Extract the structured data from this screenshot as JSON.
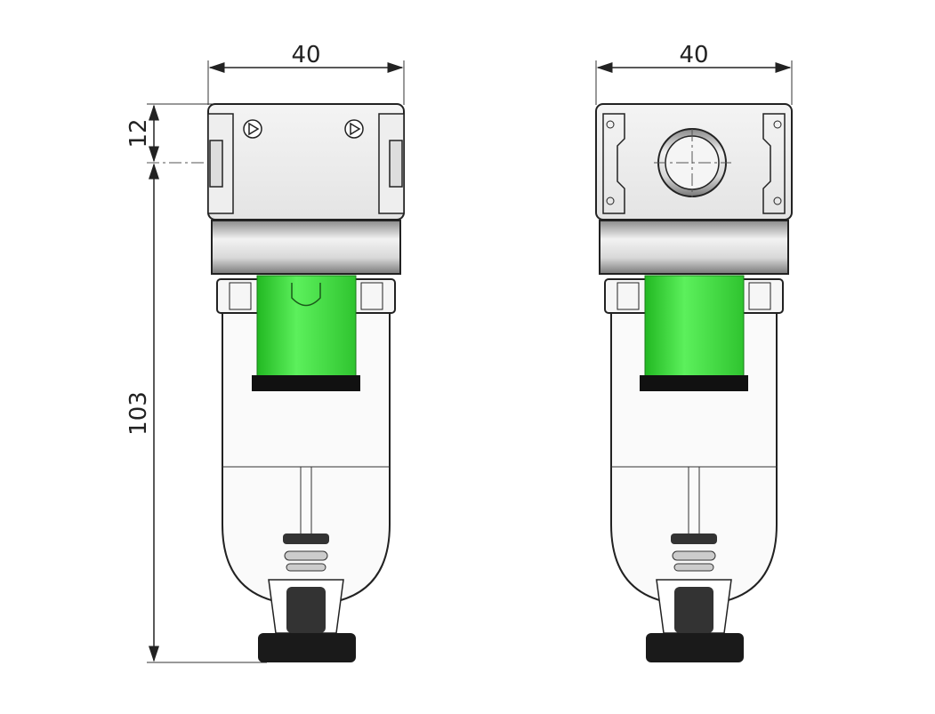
{
  "dimensions": {
    "left_width": "40",
    "right_width": "40",
    "top_height": "12",
    "body_height": "103"
  },
  "colors": {
    "filter_element": "#3ddc3d",
    "seal_band": "#111111",
    "metal": "#c9c9c9",
    "outline": "#222222"
  }
}
